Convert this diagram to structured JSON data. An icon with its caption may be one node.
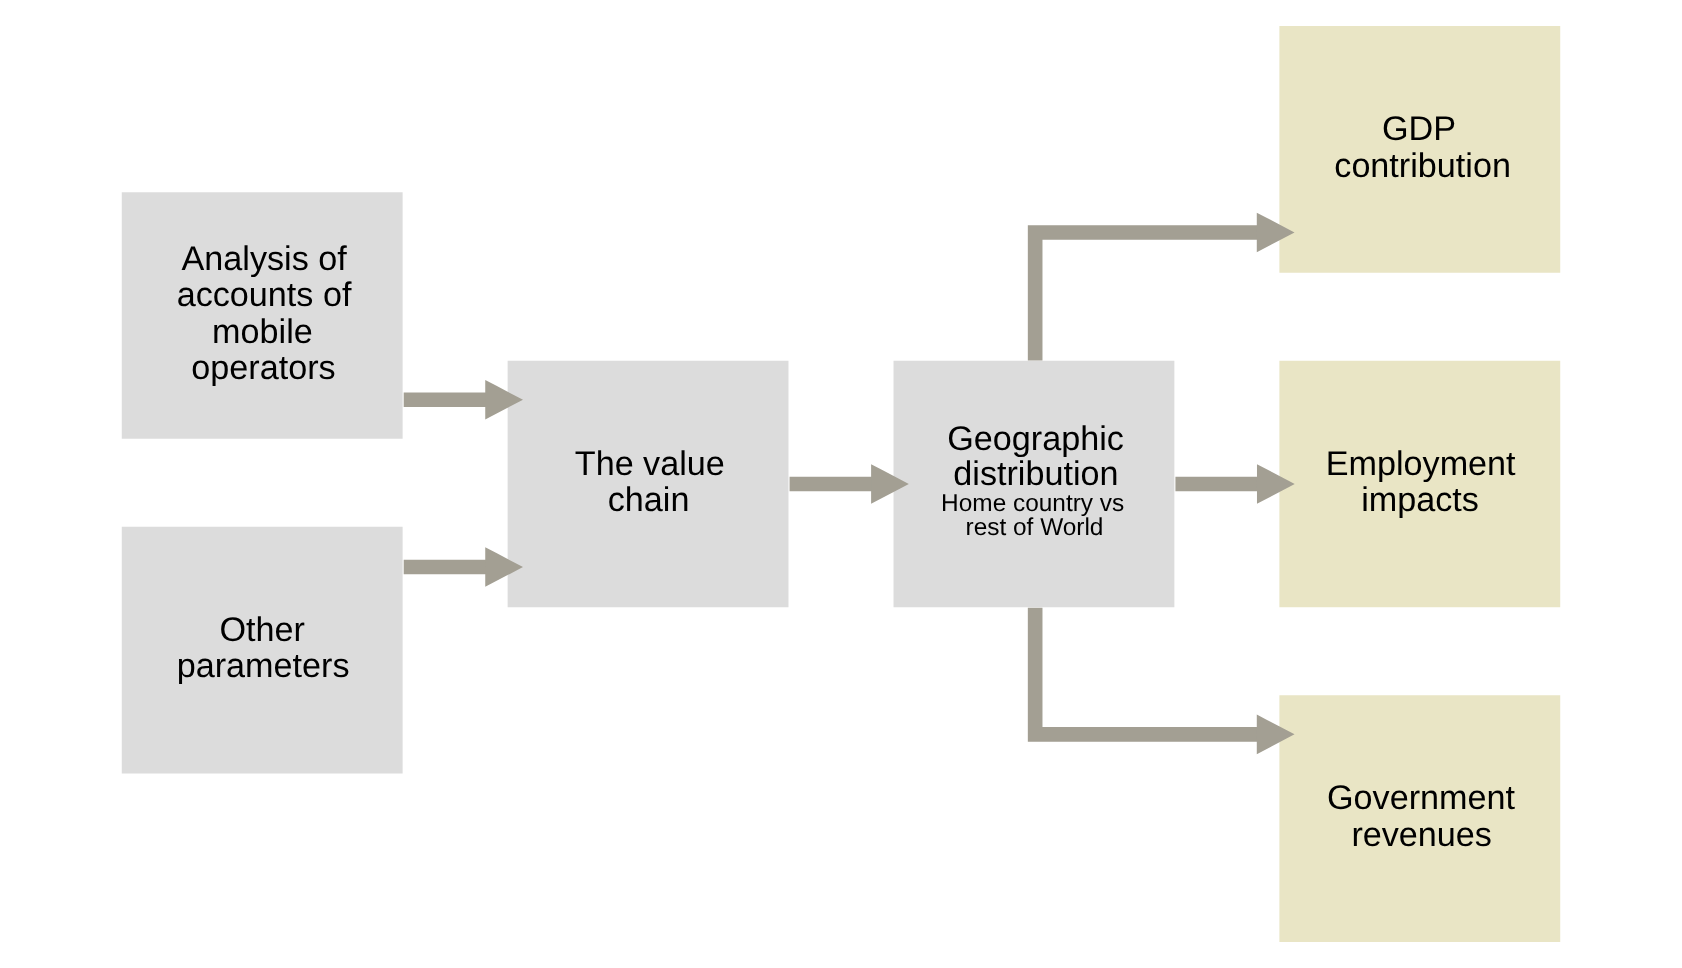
{
  "diagram": {
    "nodes": [
      {
        "text": [
          "Analysis of accounts of mobile operators"
        ]
      },
      {
        "text": [
          "Other parameters"
        ]
      },
      {
        "text": [
          "The value chain"
        ]
      },
      {
        "text": [
          "Geographic distribution",
          "Home country vs rest of World"
        ]
      },
      {
        "text": [
          "GDP contribution"
        ]
      },
      {
        "text": [
          "Employment impacts"
        ]
      },
      {
        "text": [
          "Government revenues"
        ]
      }
    ],
    "edges": [
      {
        "from": 0,
        "to": 2,
        "arrow": "to"
      },
      {
        "from": 1,
        "to": 2,
        "arrow": "to"
      },
      {
        "from": 2,
        "to": 3,
        "arrow": "to"
      },
      {
        "from": 3,
        "to": 4,
        "arrow": "to"
      },
      {
        "from": 3,
        "to": 5,
        "arrow": "to"
      },
      {
        "from": 3,
        "to": 6,
        "arrow": "to"
      }
    ]
  }
}
